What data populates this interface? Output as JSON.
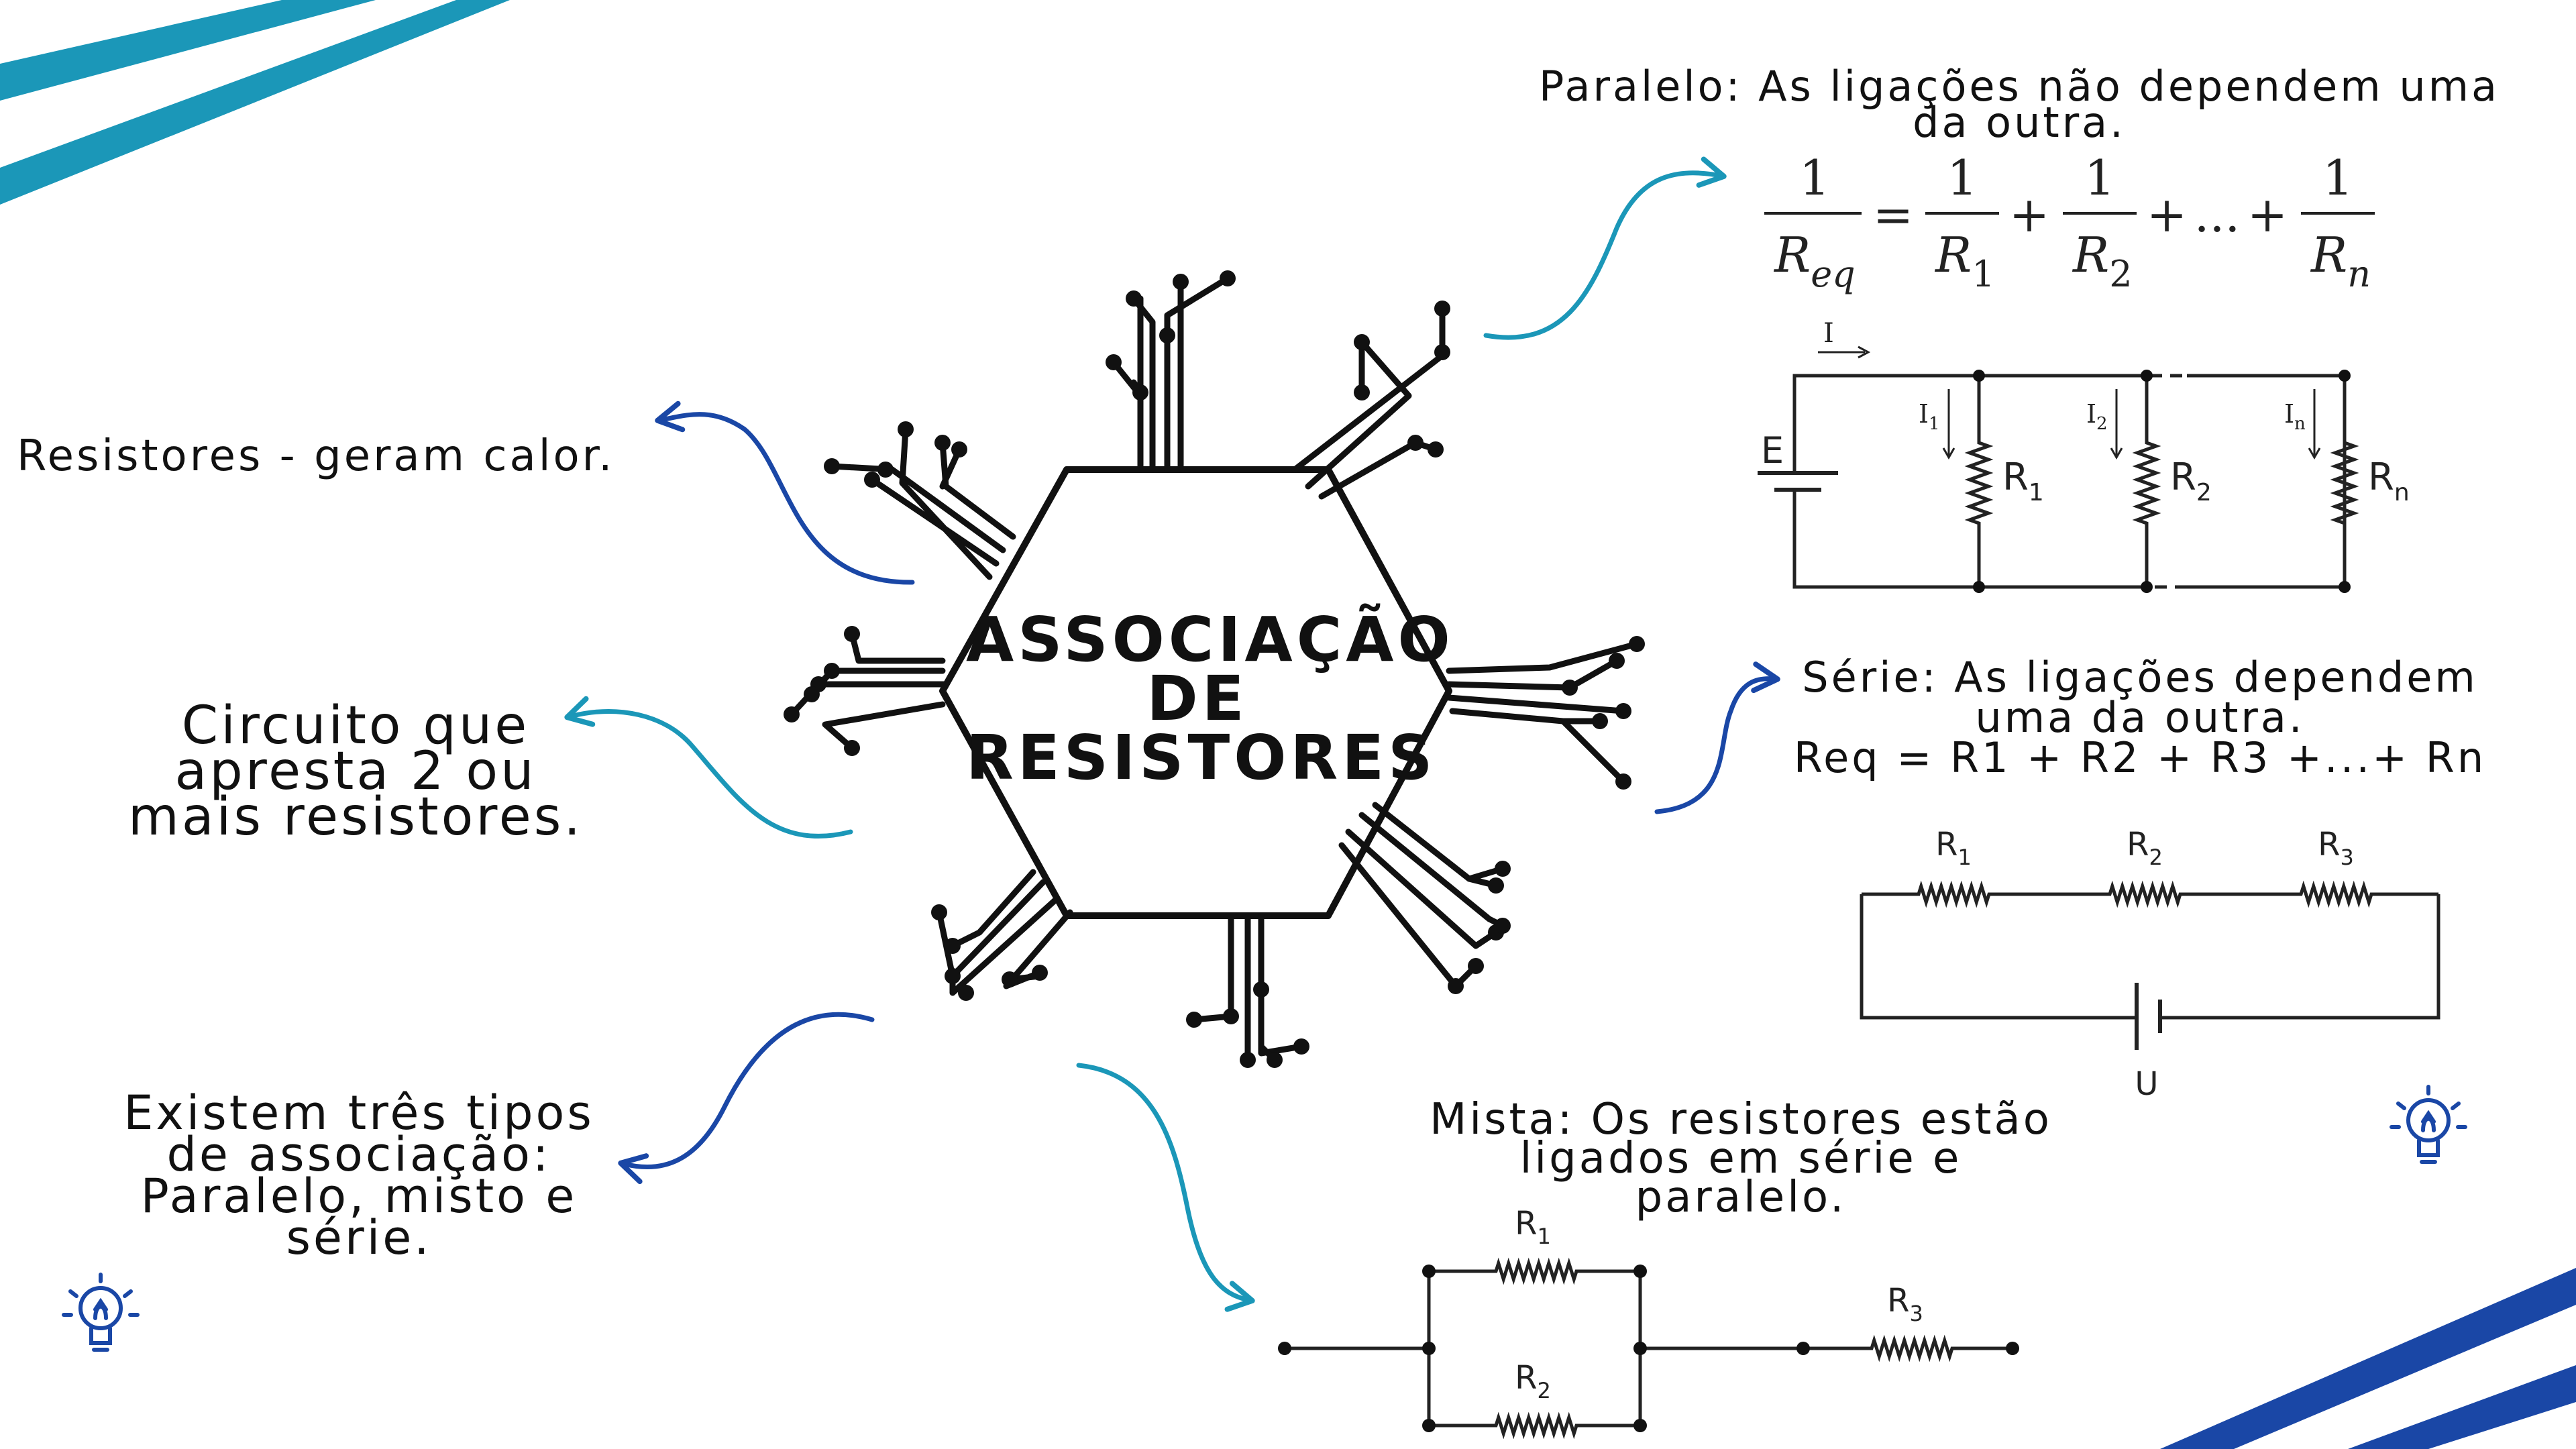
{
  "center": {
    "title_lines": [
      "ASSOCIAÇÃO",
      "DE",
      "RESISTORES"
    ]
  },
  "notes": {
    "resistores": "Resistores - geram calor.",
    "circuito": [
      "Circuito que",
      "apresta 2 ou",
      "mais resistores."
    ],
    "existem": [
      "Existem três tipos",
      "de associação:",
      "Paralelo, misto e",
      "série."
    ],
    "paralelo": [
      "Paralelo: As ligações não dependem uma",
      "da outra."
    ],
    "serie": [
      "Série: As ligações dependem",
      "uma da outra.",
      "Req = R1 + R2 + R3 +...+ Rn"
    ],
    "mista": [
      "Mista: Os resistores estão",
      "ligados em série e",
      "paralelo."
    ]
  },
  "formula_parallel": {
    "numerator": "1",
    "lhs_den": "R",
    "lhs_sub": "eq",
    "equals": "=",
    "plus": "+",
    "ellipsis": "...",
    "r": "R",
    "sub1": "1",
    "sub2": "2",
    "subn": "n"
  },
  "circuit_parallel": {
    "current": "I",
    "source": "E",
    "branch_current": "I",
    "sub1": "1",
    "sub2": "2",
    "subn": "n",
    "r": "R"
  },
  "circuit_series": {
    "r": "R",
    "sub1": "1",
    "sub2": "2",
    "sub3": "3",
    "source": "U"
  },
  "circuit_mixed": {
    "r": "R",
    "sub1": "1",
    "sub2": "2",
    "sub3": "3"
  },
  "colors": {
    "teal": "#1b97b8",
    "blue": "#1a47a6",
    "ink": "#111111"
  },
  "icons": [
    "lightbulb-icon",
    "lightbulb-icon"
  ]
}
